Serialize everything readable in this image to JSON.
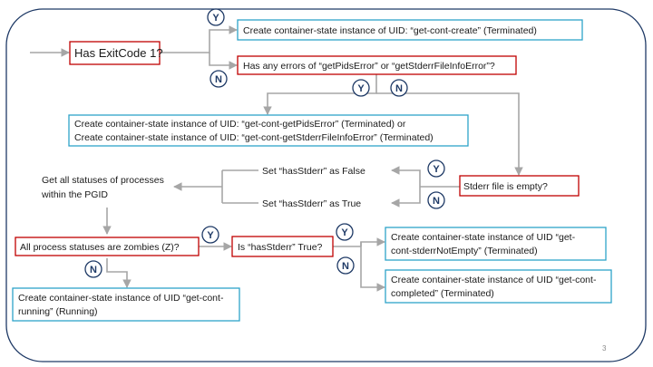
{
  "page_number": "3",
  "colors": {
    "frame": "#1f3a66",
    "decision_border": "#c00000",
    "action_border": "#2ea3c9",
    "connector": "#a6a6a6",
    "yn_circle": "#1f3a66"
  },
  "nodes": {
    "has_exitcode": "Has ExitCode 1?",
    "create_cont_create": "Create container-state instance of UID: “get-cont-create” (Terminated)",
    "has_errors": "Has any errors of “getPidsError” or “getStderrFileInfoError”?",
    "create_pids_error_line1": "Create container-state instance of UID: “get-cont-getPidsError” (Terminated) or",
    "create_pids_error_line2": "Create container-state instance of UID: “get-cont-getStderrFileInfoError” (Terminated)",
    "stderr_empty": "Stderr file is empty?",
    "set_false": "Set “hasStderr” as False",
    "set_true": "Set “hasStderr” as True",
    "get_statuses_line1": "Get all statuses of processes",
    "get_statuses_line2": "within the PGID",
    "all_zombies": "All process statuses are zombies (Z)?",
    "is_hasstderr": "Is “hasStderr” True?",
    "create_not_empty_line1": "Create container-state instance of UID “get-",
    "create_not_empty_line2": "cont-stderrNotEmpty” (Terminated)",
    "create_completed_line1": "Create container-state instance of UID “get-cont-",
    "create_completed_line2": "completed” (Terminated)",
    "create_running_line1": "Create container-state instance of UID “get-cont-",
    "create_running_line2": "running” (Running)"
  },
  "yn": {
    "exit_y": "Y",
    "exit_n": "N",
    "errors_y": "Y",
    "errors_n": "N",
    "stderr_y": "Y",
    "stderr_n": "N",
    "zombie_y": "Y",
    "zombie_n": "N",
    "hasstderr_y": "Y",
    "hasstderr_n": "N"
  }
}
